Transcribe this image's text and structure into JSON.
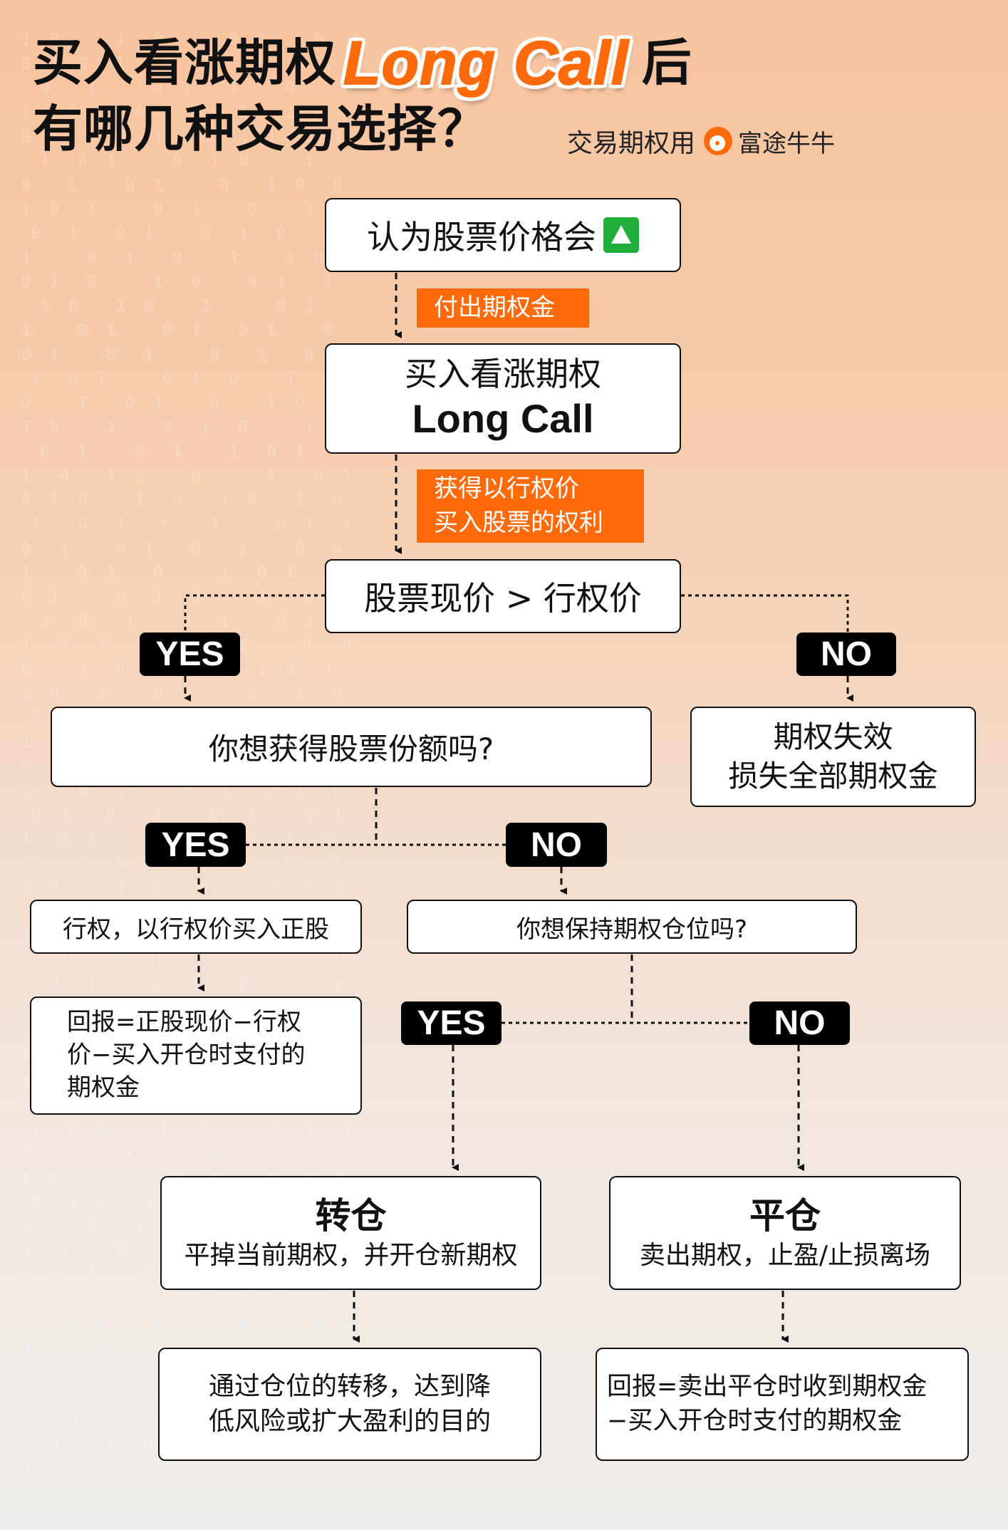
{
  "header": {
    "title_line1_prefix": "买入看涨期权",
    "title_highlight": "Long Call",
    "title_line1_suffix": "后",
    "title_line2": "有哪几种交易选择？",
    "brand_slogan": "交易期权用",
    "brand_name": "富途牛牛",
    "brand_logo_icon": "futu-bull-logo-icon",
    "accent_color": "#ff6a0a"
  },
  "flow": {
    "start": {
      "text": "认为股票价格会",
      "icon": "up-triangle-icon",
      "icon_color": "#1fae3a"
    },
    "tag_pay": "付出期权金",
    "buy_call": {
      "line1": "买入看涨期权",
      "line2": "Long Call"
    },
    "tag_right": {
      "line1": "获得以行权价",
      "line2": "买入股票的权利"
    },
    "condition": "股票现价 > 行权价",
    "yes": "YES",
    "no": "NO",
    "want_shares": "你想获得股票份额吗?",
    "expire": {
      "line1": "期权失效",
      "line2": "损失全部期权金"
    },
    "exercise": "行权，以行权价买入正股",
    "exercise_return": {
      "line1": "回报=正股现价−行权",
      "line2": "价−买入开仓时支付的",
      "line3": "期权金"
    },
    "keep_position": "你想保持期权仓位吗?",
    "roll": {
      "title": "转仓",
      "desc": "平掉当前期权，并开仓新期权"
    },
    "close": {
      "title": "平仓",
      "desc": "卖出期权，止盈/止损离场"
    },
    "roll_result": {
      "line1": "通过仓位的转移，达到降",
      "line2": "低风险或扩大盈利的目的"
    },
    "close_return": {
      "line1": "回报=卖出平仓时收到期权金",
      "line2": "−买入开仓时支付的期权金"
    }
  }
}
